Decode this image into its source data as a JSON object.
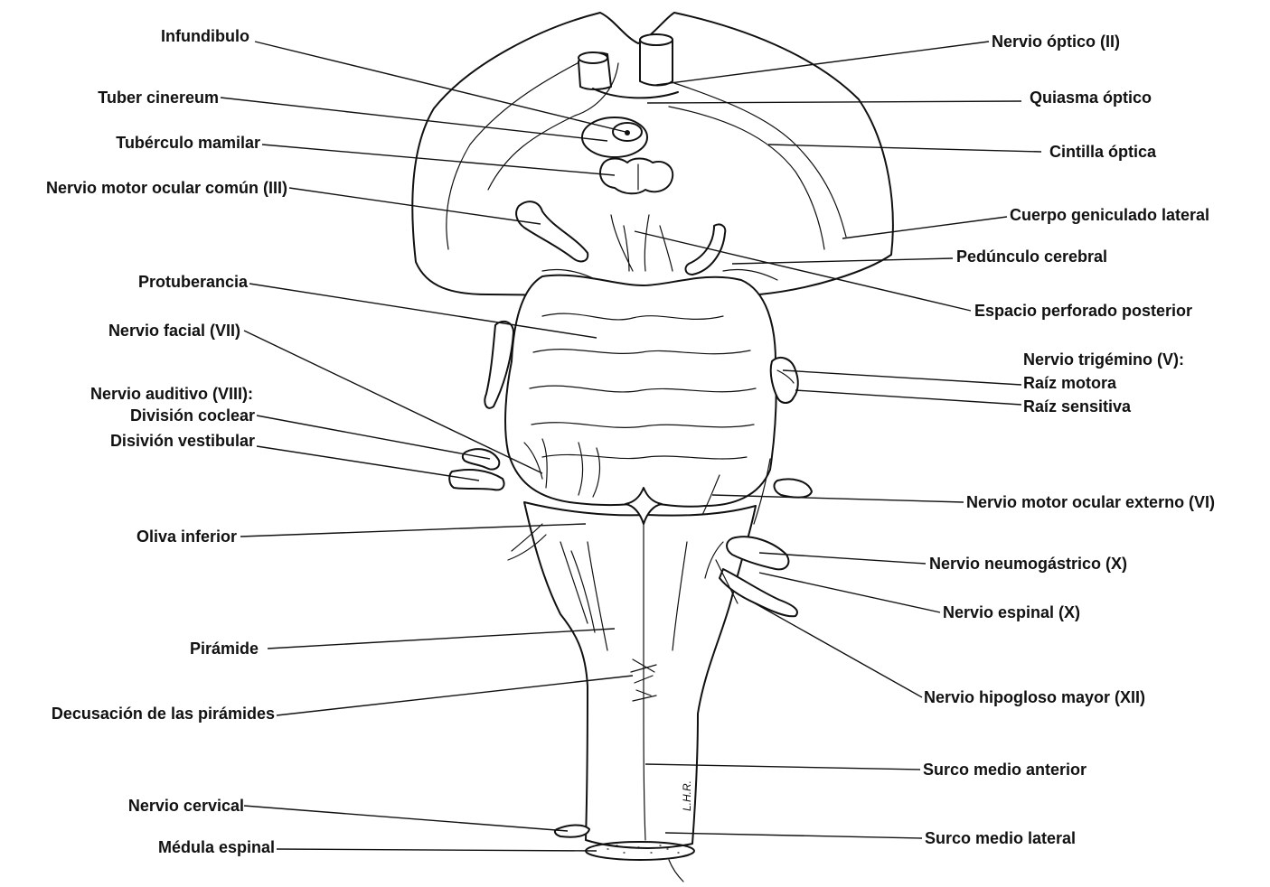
{
  "labels": {
    "infundibulo": "Infundibulo",
    "tuber_cinereum": "Tuber cinereum",
    "tuberculo_mamilar": "Tubérculo mamilar",
    "nervio_motor_ocular_comun": "Nervio motor ocular común (III)",
    "protuberancia": "Protuberancia",
    "nervio_facial": "Nervio facial (VII)",
    "nervio_auditivo": "Nervio auditivo (VIII):",
    "division_coclear": "División coclear",
    "division_vestibular": "Disivión vestibular",
    "oliva_inferior": "Oliva inferior",
    "piramide": "Pirámide",
    "decusacion": "Decusación de las pirámides",
    "nervio_cervical": "Nervio cervical",
    "medula_espinal": "Médula espinal",
    "nervio_optico": "Nervio óptico (II)",
    "quiasma_optico": "Quiasma óptico",
    "cintilla_optica": "Cintilla óptica",
    "cuerpo_geniculado": "Cuerpo geniculado lateral",
    "pedunculo_cerebral": "Pedúnculo cerebral",
    "espacio_perforado": "Espacio perforado posterior",
    "nervio_trigemino": "Nervio trigémino (V):",
    "raiz_motora": "Raíz motora",
    "raiz_sensitiva": "Raíz sensitiva",
    "nervio_motor_ocular_externo": "Nervio motor ocular externo (VI)",
    "nervio_neumogastrico": "Nervio neumogástrico (X)",
    "nervio_espinal": "Nervio espinal (X)",
    "nervio_hipogloso": "Nervio hipogloso mayor (XII)",
    "surco_medio_anterior": "Surco medio anterior",
    "surco_medio_lateral": "Surco medio lateral"
  },
  "signature": "L.H.R."
}
